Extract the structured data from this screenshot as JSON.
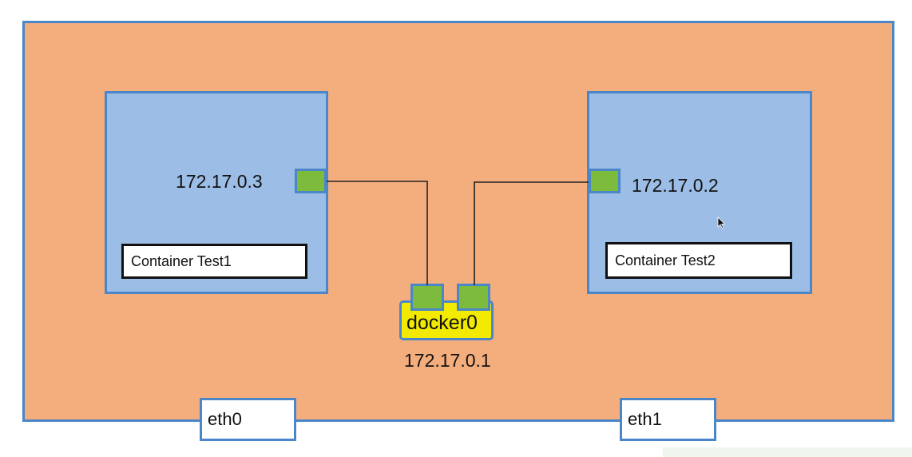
{
  "diagram": {
    "containers": [
      {
        "label": "Container Test1",
        "ip": "172.17.0.3"
      },
      {
        "label": "Container Test2",
        "ip": "172.17.0.2"
      }
    ],
    "bridge": {
      "label": "docker0",
      "ip": "172.17.0.1"
    },
    "host_interfaces": [
      {
        "label": "eth0"
      },
      {
        "label": "eth1"
      }
    ]
  },
  "colors": {
    "host_fill": "#f4ae7e",
    "container_fill": "#9cbde6",
    "border_blue": "#4a86c8",
    "port_green": "#7dbb3d",
    "bridge_yellow": "#f2ea00"
  },
  "icons": {
    "cursor": "mouse-pointer-icon"
  }
}
